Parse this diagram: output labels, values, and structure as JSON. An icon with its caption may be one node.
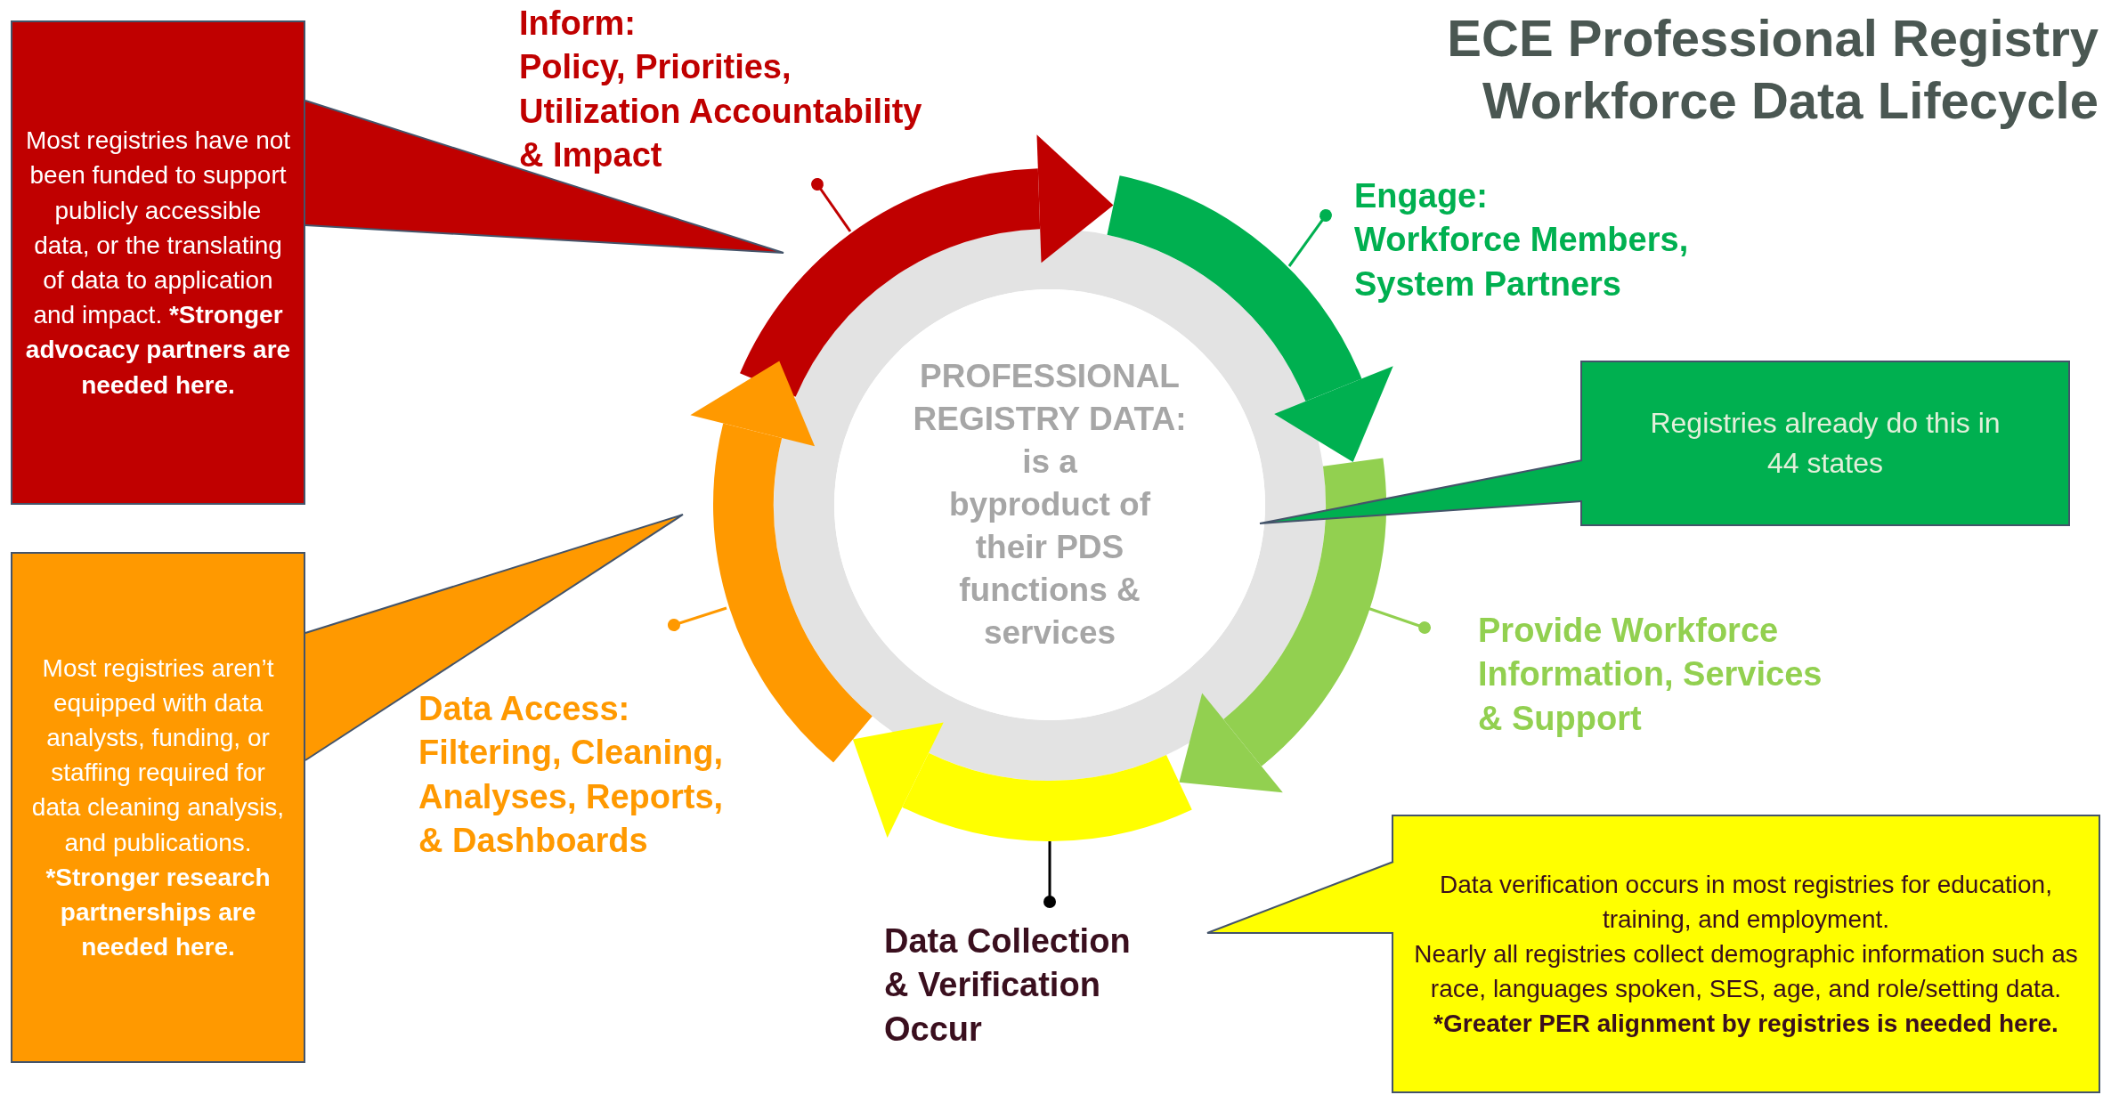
{
  "diagram": {
    "title": "ECE Professional Registry Workforce Data Lifecycle",
    "nodes": [
      {
        "text": [
          "PROFESSIONAL REGISTRY DATA:",
          "is a byproduct of their PDS functions & services"
        ]
      },
      {
        "text": [
          "Inform:",
          "Policy, Priorities, Utilization Accountability & Impact"
        ]
      },
      {
        "text": [
          "Engage:",
          "Workforce Members, System Partners"
        ]
      },
      {
        "text": [
          "Provide Workforce Information, Services & Support"
        ]
      },
      {
        "text": [
          "Data Collection & Verification Occur"
        ]
      },
      {
        "text": [
          "Data Access:",
          "Filtering, Cleaning, Analyses, Reports, & Dashboards"
        ]
      },
      {
        "text": [
          "Most registries have not been funded to support publicly accessible data, or the translating of data to application and impact.",
          "*Stronger advocacy partners are needed here."
        ]
      },
      {
        "text": [
          "Most registries aren’t equipped with data analysts, funding, or staffing required for data cleaning analysis, and publications.",
          "*Stronger research partnerships are needed here."
        ]
      },
      {
        "text": [
          "Registries already do this in 44 states"
        ]
      },
      {
        "text": [
          "Data verification occurs in most registries for education, training, and employment.",
          "Nearly all registries collect demographic information such as race, languages spoken, SES, age, and role/setting data.",
          "*Greater PER alignment by registries is needed here."
        ]
      },
      {
        "text": [],
        "shape": "arrow"
      },
      {
        "text": [],
        "shape": "arrow"
      },
      {
        "text": [],
        "shape": "arrow"
      },
      {
        "text": [],
        "shape": "arrow"
      },
      {
        "text": [],
        "shape": "arrow"
      }
    ],
    "edges": [
      {
        "from": 1,
        "to": 10,
        "arrow": "other",
        "color": "#c00000"
      },
      {
        "from": 2,
        "to": 11,
        "arrow": "other",
        "color": "#00b050"
      },
      {
        "from": 3,
        "to": 12,
        "arrow": "other",
        "color": "#92d050"
      },
      {
        "from": 4,
        "to": 13,
        "arrow": "other",
        "color": "#000000"
      },
      {
        "from": 5,
        "to": 14,
        "arrow": "other",
        "color": "#ff9900"
      }
    ]
  }
}
